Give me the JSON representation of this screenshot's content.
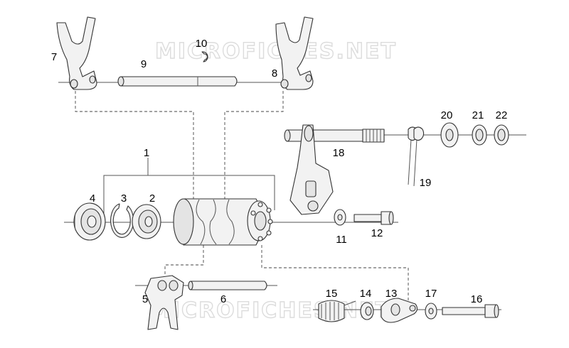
{
  "watermark": {
    "top": "MICROFICHES.NET",
    "bottom": "MICROFICHES.NET"
  },
  "callouts": [
    {
      "id": "1",
      "text": "1"
    },
    {
      "id": "2",
      "text": "2"
    },
    {
      "id": "3",
      "text": "3"
    },
    {
      "id": "4",
      "text": "4"
    },
    {
      "id": "5",
      "text": "5"
    },
    {
      "id": "6",
      "text": "6"
    },
    {
      "id": "7",
      "text": "7"
    },
    {
      "id": "8",
      "text": "8"
    },
    {
      "id": "9",
      "text": "9"
    },
    {
      "id": "10",
      "text": "10"
    },
    {
      "id": "11",
      "text": "11"
    },
    {
      "id": "12",
      "text": "12"
    },
    {
      "id": "13",
      "text": "13"
    },
    {
      "id": "14",
      "text": "14"
    },
    {
      "id": "15",
      "text": "15"
    },
    {
      "id": "16",
      "text": "16"
    },
    {
      "id": "17",
      "text": "17"
    },
    {
      "id": "18",
      "text": "18"
    },
    {
      "id": "19",
      "text": "19"
    },
    {
      "id": "20",
      "text": "20"
    },
    {
      "id": "21",
      "text": "21"
    },
    {
      "id": "22",
      "text": "22"
    }
  ]
}
